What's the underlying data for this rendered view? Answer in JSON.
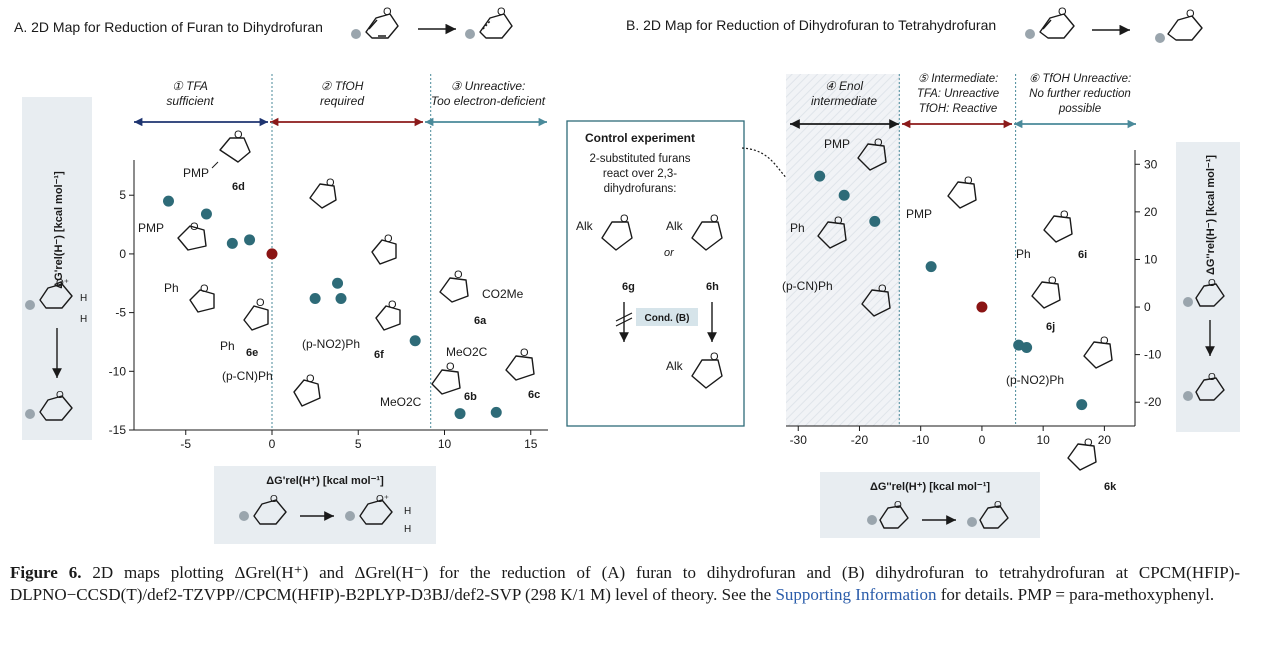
{
  "panel_a": {
    "title": "A. 2D Map for Reduction of Furan to Dihydrofuran",
    "regions": [
      {
        "label1": "① TFA",
        "label2": "sufficient"
      },
      {
        "label1": "② TfOH",
        "label2": "required"
      },
      {
        "label1": "③ Unreactive:",
        "label2": "Too electron-deficient"
      }
    ],
    "y_axis_label": "ΔG'rel(H⁻) [kcal mol⁻¹]",
    "x_axis_label": "ΔG'rel(H⁺) [kcal mol⁻¹]",
    "compound_labels": [
      "6d",
      "6e",
      "6f",
      "6a",
      "6b",
      "6c"
    ],
    "substituent_labels": [
      "PMP",
      "PMP",
      "Ph",
      "Ph",
      "(p-CN)Ph",
      "(p-NO2)Ph",
      "CO2Me",
      "MeO2C",
      "MeO2C"
    ]
  },
  "panel_b": {
    "title": "B. 2D Map for Reduction of Dihydrofuran to Tetrahydrofuran",
    "regions": [
      {
        "label1": "④ Enol",
        "label2": "intermediate",
        "label3": ""
      },
      {
        "label1": "⑤ Intermediate:",
        "label2": "TFA: Unreactive",
        "label3": "TfOH: Reactive"
      },
      {
        "label1": "⑥ TfOH Unreactive:",
        "label2": "No further reduction",
        "label3": "possible"
      }
    ],
    "y_axis_label": "ΔG''rel(H⁻) [kcal mol⁻¹]",
    "x_axis_label": "ΔG''rel(H⁺) [kcal mol⁻¹]",
    "compound_labels": [
      "6i",
      "6j",
      "6k"
    ],
    "substituent_labels": [
      "PMP",
      "PMP",
      "Ph",
      "Ph",
      "(p-CN)Ph",
      "(p-NO2)Ph"
    ]
  },
  "control": {
    "title": "Control experiment",
    "text": [
      "2-substituted furans",
      "react over 2,3-",
      "dihydrofurans:"
    ],
    "alk": "Alk",
    "or": "or",
    "left_label": "6g",
    "right_label": "6h",
    "cond": "Cond. (B)"
  },
  "chart_data": [
    {
      "type": "scatter",
      "title": "A. 2D Map for Reduction of Furan to Dihydrofuran",
      "xlabel": "ΔG'rel(H⁺) [kcal mol⁻¹]",
      "ylabel": "ΔG'rel(H⁻) [kcal mol⁻¹]",
      "xlim": [
        -8,
        16
      ],
      "ylim": [
        -15,
        8
      ],
      "xticks": [
        -5,
        0,
        5,
        10,
        15
      ],
      "yticks": [
        5,
        0,
        -5,
        -10,
        -15
      ],
      "region_boundaries_x": [
        0,
        9.2
      ],
      "series": [
        {
          "color": "#2e6b78",
          "points": [
            {
              "x": -6.0,
              "y": 4.5
            },
            {
              "x": -3.8,
              "y": 3.4
            },
            {
              "x": -2.3,
              "y": 0.9
            },
            {
              "x": -1.3,
              "y": 1.2
            },
            {
              "x": 2.5,
              "y": -3.8
            },
            {
              "x": 3.8,
              "y": -2.5
            },
            {
              "x": 4.0,
              "y": -3.8
            },
            {
              "x": 8.3,
              "y": -7.4
            },
            {
              "x": 10.9,
              "y": -13.6
            },
            {
              "x": 13.0,
              "y": -13.5
            }
          ]
        },
        {
          "color": "#8a1414",
          "points": [
            {
              "x": 0.0,
              "y": 0.0
            }
          ]
        }
      ]
    },
    {
      "type": "scatter",
      "title": "B. 2D Map for Reduction of Dihydrofuran to Tetrahydrofuran",
      "xlabel": "ΔG''rel(H⁺) [kcal mol⁻¹]",
      "ylabel": "ΔG''rel(H⁻) [kcal mol⁻¹]",
      "xlim": [
        -32,
        25
      ],
      "ylim": [
        -25,
        33
      ],
      "xticks": [
        -30,
        -20,
        -10,
        0,
        10,
        20
      ],
      "yticks": [
        30,
        20,
        10,
        0,
        -10,
        -20
      ],
      "region_boundaries_x": [
        -13.5,
        5.5
      ],
      "series": [
        {
          "color": "#2e6b78",
          "points": [
            {
              "x": -26.5,
              "y": 27.5
            },
            {
              "x": -22.5,
              "y": 23.5
            },
            {
              "x": -17.5,
              "y": 18.0
            },
            {
              "x": -8.3,
              "y": 8.5
            },
            {
              "x": 6.0,
              "y": -8.0
            },
            {
              "x": 7.3,
              "y": -8.5
            },
            {
              "x": 16.3,
              "y": -20.5
            }
          ]
        },
        {
          "color": "#8a1414",
          "points": [
            {
              "x": 0.0,
              "y": 0.0
            }
          ]
        }
      ]
    }
  ],
  "caption": {
    "label": "Figure 6.",
    "text": "2D maps plotting ΔGrel(H⁺) and ΔGrel(H⁻) for the reduction of (A) furan to dihydrofuran and (B) dihydrofuran to tetrahydrofuran at CPCM(HFIP)-DLPNO−CCSD(T)/def2-TZVPP//CPCM(HFIP)-B2PLYP-D3BJ/def2-SVP (298 K/1 M) level of theory. See the",
    "link": "Supporting Information",
    "end": "for details. PMP = para-methoxyphenyl."
  },
  "colors": {
    "point": "#2e6b78",
    "reference": "#8a1414",
    "panel_bg": "#e8edf1",
    "navy_arrow": "#1e3470",
    "red_arrow": "#8b1a1a",
    "teal_arrow": "#4a8a9a"
  }
}
